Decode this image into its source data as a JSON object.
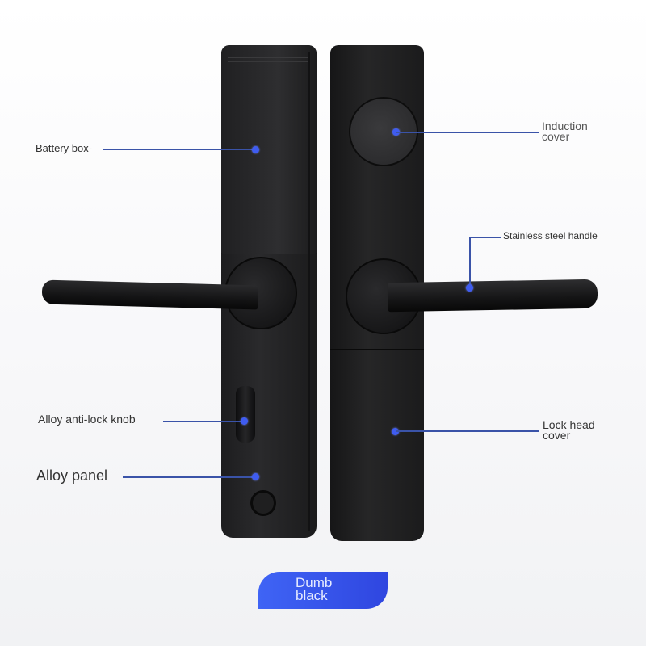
{
  "product": {
    "finish_badge": {
      "line1": "Dumb",
      "line2": "black"
    }
  },
  "callouts": {
    "battery_box": "Battery box-",
    "induction_cover": {
      "line1": "Induction",
      "line2": "cover"
    },
    "stainless_handle": "Stainless steel handle",
    "anti_lock_knob": "Alloy anti-lock knob",
    "alloy_panel": "Alloy panel",
    "lock_head_cover": {
      "line1": "Lock head",
      "line2": "cover"
    }
  },
  "colors": {
    "accent_blue": "#3f5cf0",
    "callout_line": "#3a53a8",
    "badge_blue": "#3a55ee",
    "lock_body": "#1f1f21"
  }
}
